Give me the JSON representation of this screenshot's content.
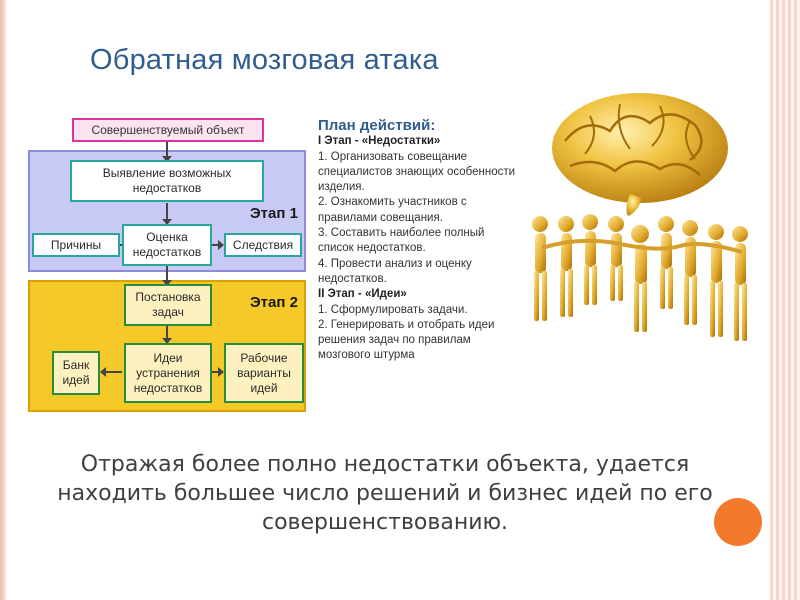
{
  "slide": {
    "title": "Обратная мозговая атака",
    "bottom_text": "Отражая более полно недостатки объекта, удается находить большее число решений и бизнес идей по его совершенствованию."
  },
  "diagram": {
    "object_box": "Совершенствуемый объект",
    "stage1_label": "Этап 1",
    "stage2_label": "Этап 2",
    "identify": "Выявление возможных недостатков",
    "causes": "Причины",
    "evaluate": "Оценка недостатков",
    "effects": "Следствия",
    "tasks": "Постановка задач",
    "bank": "Банк идей",
    "ideas": "Идеи устранения недостатков",
    "variants": "Рабочие варианты идей"
  },
  "plan": {
    "title": "План действий:",
    "stage1": "I Этап - «Недостатки»",
    "s1_items": [
      "1. Организовать совещание специалистов знающих особенности изделия.",
      "2. Ознакомить участников с правилами совещания.",
      "3. Составить наиболее полный список недостатков.",
      "4. Провести анализ и оценку недостатков."
    ],
    "stage2": "II Этап - «Идеи»",
    "s2_items": [
      "1. Сформулировать задачи.",
      "2. Генерировать и отобрать идеи решения задач по правилам мозгового штурма"
    ]
  },
  "colors": {
    "title": "#2f5d8e",
    "stage1_band": "#c9c9f5",
    "stage2_band": "#f5c928",
    "accent_dot": "#f47a2b",
    "gold": "#e8b23a"
  },
  "icons": [
    "golden-brain-icon",
    "people-circle-icon"
  ]
}
